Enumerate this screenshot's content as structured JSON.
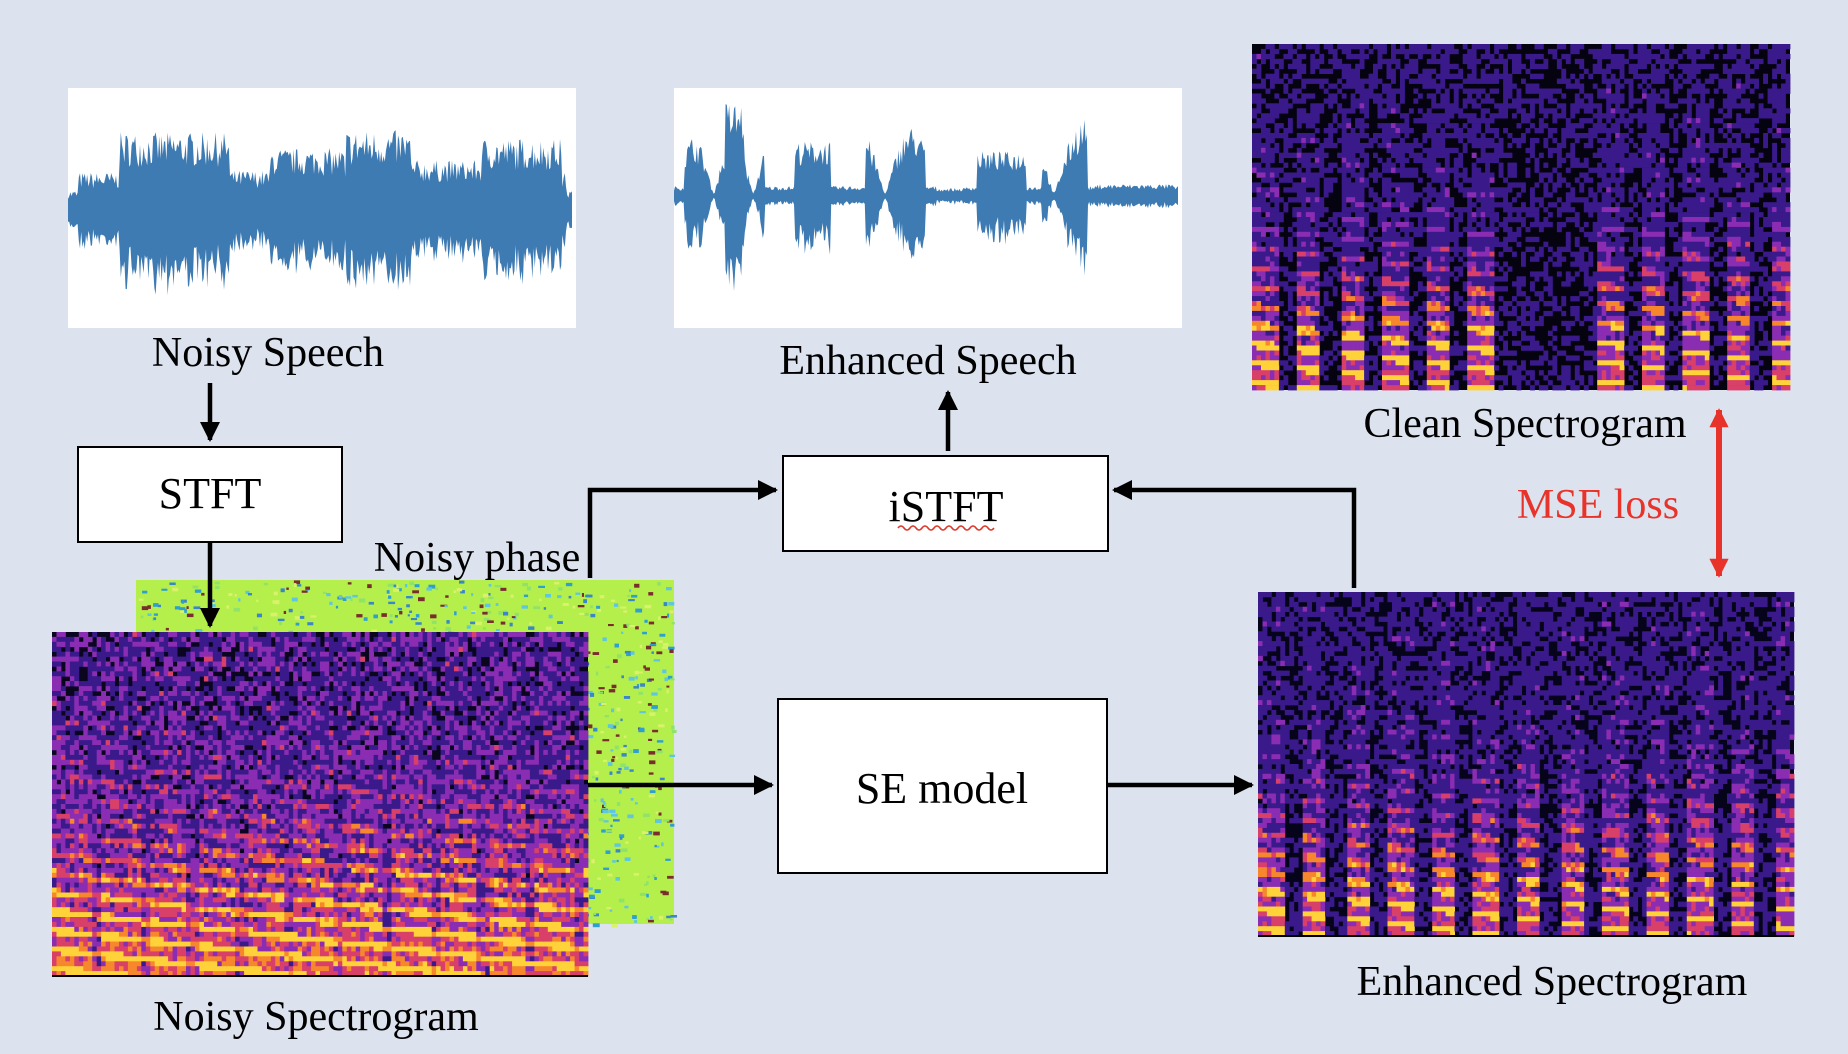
{
  "colors": {
    "background": "#dce3ef",
    "waveform": "#3f7bb3",
    "arrow": "#000000",
    "loss": "#e8332b",
    "phase_base": "#b4ef4c"
  },
  "labels": {
    "noisy_speech": "Noisy Speech",
    "enhanced_speech": "Enhanced Speech",
    "clean_spectrogram": "Clean Spectrogram",
    "noisy_phase": "Noisy phase",
    "noisy_spectrogram": "Noisy Spectrogram",
    "enhanced_spectrogram": "Enhanced Spectrogram",
    "mse_loss": "MSE loss"
  },
  "blocks": {
    "stft": "STFT",
    "istft": "iSTFT",
    "se_model": "SE model"
  }
}
